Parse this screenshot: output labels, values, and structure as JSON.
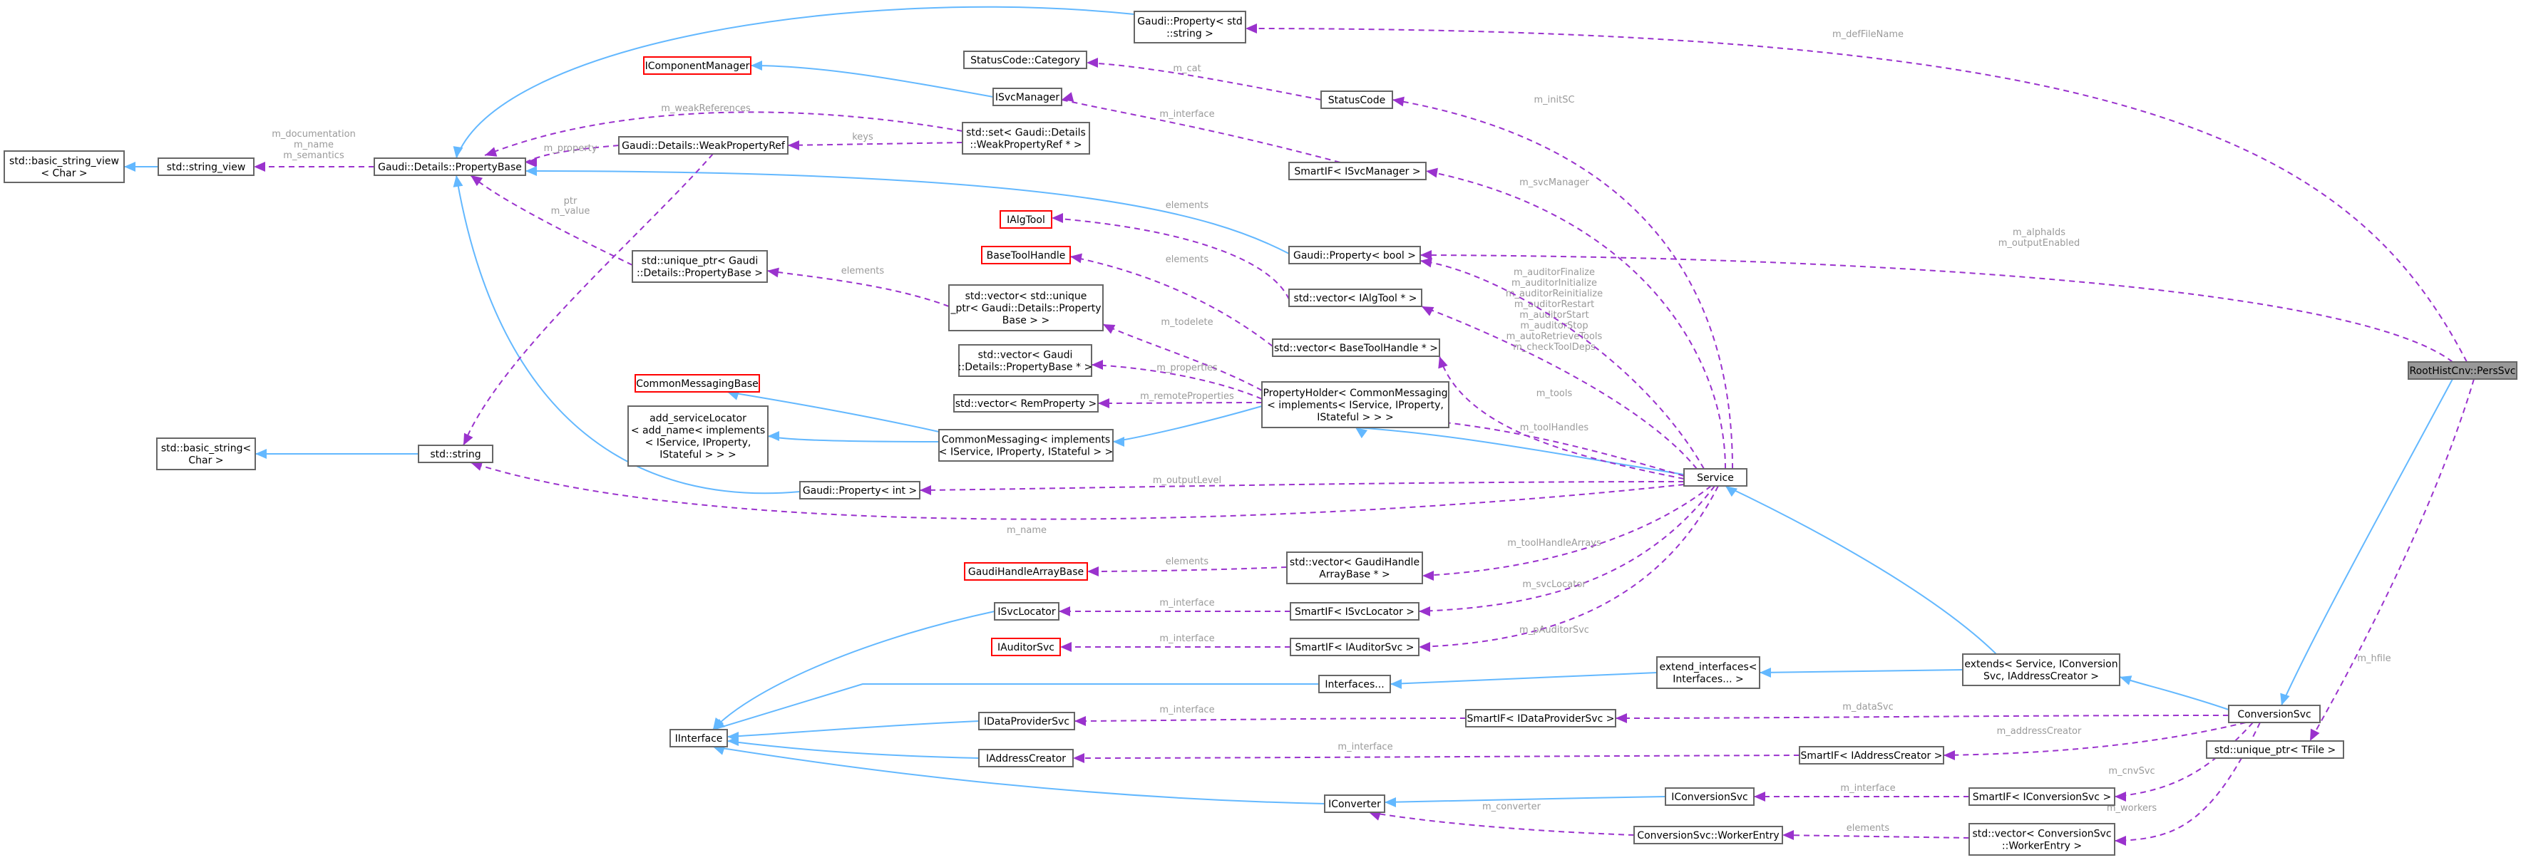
{
  "nodes": {
    "basic_string_view": [
      "std::basic_string_view",
      "< Char >"
    ],
    "string_view": [
      "std::string_view"
    ],
    "prop_base": [
      "Gaudi::Details::PropertyBase"
    ],
    "weakref": [
      "Gaudi::Details::WeakPropertyRef"
    ],
    "basic_string": [
      "std::basic_string<",
      "Char >"
    ],
    "string": [
      "std::string"
    ],
    "unique_ptr_pb": [
      "std::unique_ptr< Gaudi",
      "::Details::PropertyBase >"
    ],
    "prop_string": [
      "Gaudi::Property< std",
      "::string >"
    ],
    "status_cat": [
      "StatusCode::Category"
    ],
    "icompmgr": [
      "IComponentManager"
    ],
    "isvcmgr": [
      "ISvcManager"
    ],
    "set_weak": [
      "std::set< Gaudi::Details",
      "::WeakPropertyRef * >"
    ],
    "statuscode": [
      "StatusCode"
    ],
    "smartif_svcmgr": [
      "SmartIF< ISvcManager >"
    ],
    "ialgtool": [
      "IAlgTool"
    ],
    "basetoolhandle": [
      "BaseToolHandle"
    ],
    "prop_bool": [
      "Gaudi::Property< bool >"
    ],
    "vec_ialgtool": [
      "std::vector< IAlgTool * >"
    ],
    "vec_uptr": [
      "std::vector< std::unique",
      "_ptr< Gaudi::Details::Property",
      "Base > >"
    ],
    "vec_bth": [
      "std::vector< BaseToolHandle * >"
    ],
    "vec_pbptr": [
      "std::vector< Gaudi",
      "::Details::PropertyBase * >"
    ],
    "vec_remprop": [
      "std::vector< RemProperty >"
    ],
    "cmb": [
      "CommonMessagingBase"
    ],
    "add_sl": [
      "add_serviceLocator",
      "< add_name< implements",
      "< IService, IProperty,",
      "IStateful > > >"
    ],
    "cm": [
      "CommonMessaging< implements",
      "< IService, IProperty, IStateful > >"
    ],
    "ph": [
      "PropertyHolder< CommonMessaging",
      "< implements< IService, IProperty,",
      "IStateful > > >"
    ],
    "prop_int": [
      "Gaudi::Property< int >"
    ],
    "service": [
      "Service"
    ],
    "ghab": [
      "GaudiHandleArrayBase"
    ],
    "vec_ghab": [
      "std::vector< GaudiHandle",
      "ArrayBase * >"
    ],
    "isvcloc": [
      "ISvcLocator"
    ],
    "smartif_svcloc": [
      "SmartIF< ISvcLocator >"
    ],
    "iauditorsvc": [
      "IAuditorSvc"
    ],
    "smartif_aud": [
      "SmartIF< IAuditorSvc >"
    ],
    "interfaces": [
      "Interfaces..."
    ],
    "extend_if": [
      "extend_interfaces<",
      "Interfaces... >"
    ],
    "extends": [
      "extends< Service, IConversion",
      "Svc, IAddressCreator >"
    ],
    "iinterface": [
      "IInterface"
    ],
    "idataprov": [
      "IDataProviderSvc"
    ],
    "smartif_dp": [
      "SmartIF< IDataProviderSvc >"
    ],
    "iaddrc": [
      "IAddressCreator"
    ],
    "smartif_ac": [
      "SmartIF< IAddressCreator >"
    ],
    "convsvc": [
      "ConversionSvc"
    ],
    "uptr_tfile": [
      "std::unique_ptr< TFile >"
    ],
    "roothist": [
      "RootHistCnv::PersSvc"
    ],
    "iconverter": [
      "IConverter"
    ],
    "iconvsvc": [
      "IConversionSvc"
    ],
    "smartif_cs": [
      "SmartIF< IConversionSvc >"
    ],
    "worker": [
      "ConversionSvc::WorkerEntry"
    ],
    "vec_worker": [
      "std::vector< ConversionSvc",
      "::WorkerEntry >"
    ]
  },
  "edge_labels": {
    "m_defFileName": [
      "m_defFileName"
    ],
    "m_doc": [
      "m_documentation",
      "m_name",
      "m_semantics"
    ],
    "m_weakReferences": [
      "m_weakReferences"
    ],
    "m_property": [
      "m_property"
    ],
    "keys": [
      "keys"
    ],
    "m_cat": [
      "m_cat"
    ],
    "m_interface_svcmgr": [
      "m_interface"
    ],
    "m_initSC": [
      "m_initSC"
    ],
    "m_svcManager": [
      "m_svcManager"
    ],
    "m_value": [
      "m_value"
    ],
    "ptr": [
      "ptr"
    ],
    "elements_ialgtool": [
      "elements"
    ],
    "elements_bth": [
      "elements"
    ],
    "elements_uptr": [
      "elements"
    ],
    "m_alphaIds": [
      "m_alphaIds",
      "m_outputEnabled"
    ],
    "m_auditors": [
      "m_auditorFinalize",
      "m_auditorInitialize",
      "m_auditorReinitialize",
      "m_auditorRestart",
      "m_auditorStart",
      "m_auditorStop",
      "m_autoRetrieveTools",
      "m_checkToolDeps"
    ],
    "m_todelete": [
      "m_todelete"
    ],
    "m_properties": [
      "m_properties"
    ],
    "m_remoteProperties": [
      "m_remoteProperties"
    ],
    "m_tools": [
      "m_tools"
    ],
    "m_toolHandles": [
      "m_toolHandles"
    ],
    "m_outputLevel": [
      "m_outputLevel"
    ],
    "m_name": [
      "m_name"
    ],
    "m_toolHandleArrays": [
      "m_toolHandleArrays"
    ],
    "elements_ghab": [
      "elements"
    ],
    "m_interface_loc": [
      "m_interface"
    ],
    "m_svcLocator": [
      "m_svcLocator"
    ],
    "m_interface_aud": [
      "m_interface"
    ],
    "m_pAuditorSvc": [
      "m_pAuditorSvc"
    ],
    "m_interface_dp": [
      "m_interface"
    ],
    "m_dataSvc": [
      "m_dataSvc"
    ],
    "m_interface_ac": [
      "m_interface"
    ],
    "m_addressCreator": [
      "m_addressCreator"
    ],
    "m_hfile": [
      "m_hfile"
    ],
    "m_interface_cs": [
      "m_interface"
    ],
    "m_cnvSvc": [
      "m_cnvSvc"
    ],
    "m_converter": [
      "m_converter"
    ],
    "elements_worker": [
      "elements"
    ],
    "m_workers": [
      "m_workers"
    ]
  },
  "colors": {
    "inheritance_edge": "#63b8ff",
    "usage_edge": "#9a32cd",
    "edge_label": "#9a9a9a",
    "node_border": "#666666",
    "undocumented_border": "#ff0000",
    "focus_fill": "#999999"
  }
}
